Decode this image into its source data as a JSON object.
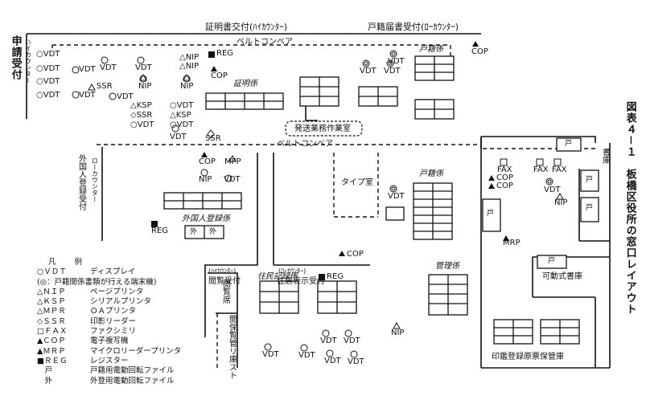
{
  "figure_title": "図表４－１　板橋区役所の窓口レイアウト",
  "top_counters": {
    "certificate": "証明書交付(ﾊｲｶｳﾝﾀｰ)",
    "family_register_notice": "戸籍届書受付(ﾛｰｶｳﾝﾀｰ)"
  },
  "belt_conveyor": "ベルトコンベア",
  "left_counters": {
    "application_reception": "申請受付",
    "high_counter": "ハイカウンター",
    "foreign_registration_reception": "外国人登録受付",
    "low_counter": "ローカウンター"
  },
  "sections": {
    "certificate_section": "証明係",
    "family_register_section_top": "戸籍係",
    "family_register_section_mid": "戸籍係",
    "foreign_registration_section": "外国人登録係",
    "resident_record_section": "住民記録係",
    "management_section": "管理係",
    "dispatch_room": "発送業務作業室",
    "typing_room": "タイプ室",
    "library": "書庫",
    "movable_stacks": "可動式書庫",
    "seal_registry_storage": "印鑑登録原票保管庫",
    "viewing_reception": "閲覧受付",
    "viewing_high_counter": "(ﾊｲｶｳﾝﾀｰ)",
    "address_reception": "住居表示受付",
    "address_low_counter": "(ﾛｰｶｳﾝﾀｰ)",
    "reading_seat": "閲覧席",
    "viewing_storage_list": "閲保覧管リ庫スト",
    "foreign_file_1": "外",
    "foreign_file_2": "外",
    "koseki_file_1": "戸",
    "koseki_file_2": "戸",
    "koseki_file_3": "戸",
    "koseki_file_4": "戸",
    "koseki_file_5": "戸"
  },
  "equipment": {
    "vdt": "VDT",
    "nip": "NIP",
    "ksp": "KSP",
    "ssr": "SSR",
    "cop": "COP",
    "mpp": "MPP",
    "mrp": "MRP",
    "reg": "REG",
    "fax": "FAX",
    "circ_vdt": "○VDT",
    "tri_nip": "△NIP",
    "tri_ksp": "△KSP",
    "dia_ssr": "◇SSR"
  },
  "legend": {
    "title": "凡 例",
    "items": [
      {
        "symbol": "○ＶＤＴ",
        "desc": "ディスプレイ"
      },
      {
        "symbol": "",
        "desc": "(◎：戸籍関係書類が行える端末機)"
      },
      {
        "symbol": "△ＮＩＰ",
        "desc": "ページプリンタ"
      },
      {
        "symbol": "△ＫＳＰ",
        "desc": "シリアルプリンタ"
      },
      {
        "symbol": "△ＭＰＲ",
        "desc": "ＯＡプリンタ"
      },
      {
        "symbol": "◇ＳＳＲ",
        "desc": "印影リーダー"
      },
      {
        "symbol": "□ＦＡＸ",
        "desc": "ファクシミリ"
      },
      {
        "symbol": "▲ＣＯＰ",
        "desc": "電子複写機"
      },
      {
        "symbol": "▲ＭＲＰ",
        "desc": "マイクロリーダープリンタ"
      },
      {
        "symbol": "■ＲＥＧ",
        "desc": "レジスター"
      },
      {
        "symbol": "　戸",
        "desc": "戸籍用電動回転ファイル"
      },
      {
        "symbol": "　外",
        "desc": "外登用電動回転ファイル"
      }
    ]
  }
}
